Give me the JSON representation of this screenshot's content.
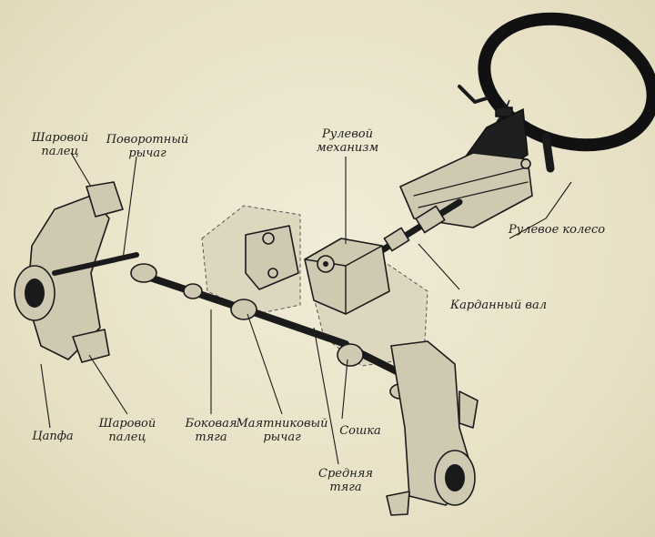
{
  "labels": {
    "ball_pin_top": [
      "Шаровой",
      "палец"
    ],
    "steering_arm": [
      "Поворотный",
      "рычаг"
    ],
    "steering_gear": [
      "Рулевой",
      "механизм"
    ],
    "steering_wheel": [
      "Рулевое колесо"
    ],
    "cardan_shaft": [
      "Карданный вал"
    ],
    "knuckle": [
      "Цапфа"
    ],
    "ball_pin_bottom": [
      "Шаровой",
      "палец"
    ],
    "side_rod": [
      "Боковая",
      "тяга"
    ],
    "idler_arm": [
      "Маятниковый",
      "рычаг"
    ],
    "pitman_arm": [
      "Сошка"
    ],
    "center_rod": [
      "Средняя",
      "тяга"
    ]
  },
  "colors": {
    "paper": "#ece6cf",
    "ink": "#1a1a1a"
  }
}
